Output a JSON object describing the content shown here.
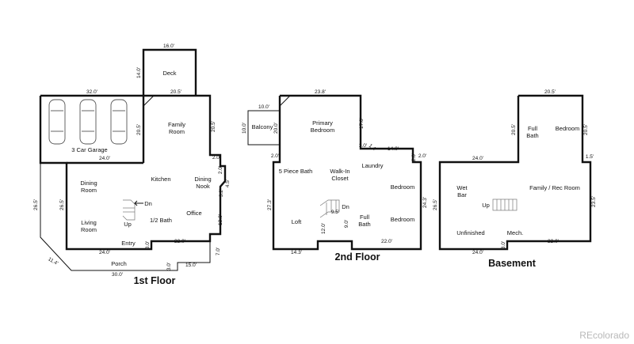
{
  "floors": [
    {
      "title": "1st Floor",
      "rooms": [
        "Deck",
        "Family Room",
        "3 Car Garage",
        "Dining Room",
        "Kitchen",
        "Dining Nook",
        "Living Room",
        "Up",
        "Dn",
        "1/2 Bath",
        "Office",
        "Entry",
        "Porch"
      ],
      "dims": [
        "16.0'",
        "14.0'",
        "32.0'",
        "20.5'",
        "20.5'",
        "20.5'",
        "24.0'",
        "2.0'",
        "2.0'",
        "4.5'",
        "3.2'",
        "13.0'",
        "26.5'",
        "26.5'",
        "22.0'",
        "24.0'",
        "3.0'",
        "7.0'",
        "15.0'",
        "3.0'",
        "11.4'",
        "30.0'"
      ]
    },
    {
      "title": "2nd Floor",
      "rooms": [
        "Balcony",
        "Primary Bedroom",
        "5 Piece Bath",
        "Walk-In Closet",
        "Laundry",
        "Bedroom",
        "Bedroom",
        "Full Bath",
        "Loft",
        "Dn"
      ],
      "dims": [
        "23.8'",
        "10.0'",
        "10.0'",
        "20.0'",
        "17.0'",
        "3.0'",
        "1.4'",
        "14.0'",
        "2.0'",
        "2.0'",
        "2.0'",
        "27.3'",
        "24.3'",
        "9.5'",
        "12.0'",
        "9.0'",
        "22.0'",
        "14.3'"
      ]
    },
    {
      "title": "Basement",
      "rooms": [
        "Full Bath",
        "Bedroom",
        "Wet Bar",
        "Family / Rec Room",
        "Up",
        "Unfinished",
        "Mech."
      ],
      "dims": [
        "20.5'",
        "20.5'",
        "20.5'",
        "24.0'",
        "1.5'",
        "26.5'",
        "23.5'",
        "22.0'",
        "24.0'",
        "3.0'"
      ]
    }
  ],
  "watermark": "REcolorado",
  "icons": [
    "car-icon",
    "stairs-icon",
    "arrow-icon"
  ]
}
